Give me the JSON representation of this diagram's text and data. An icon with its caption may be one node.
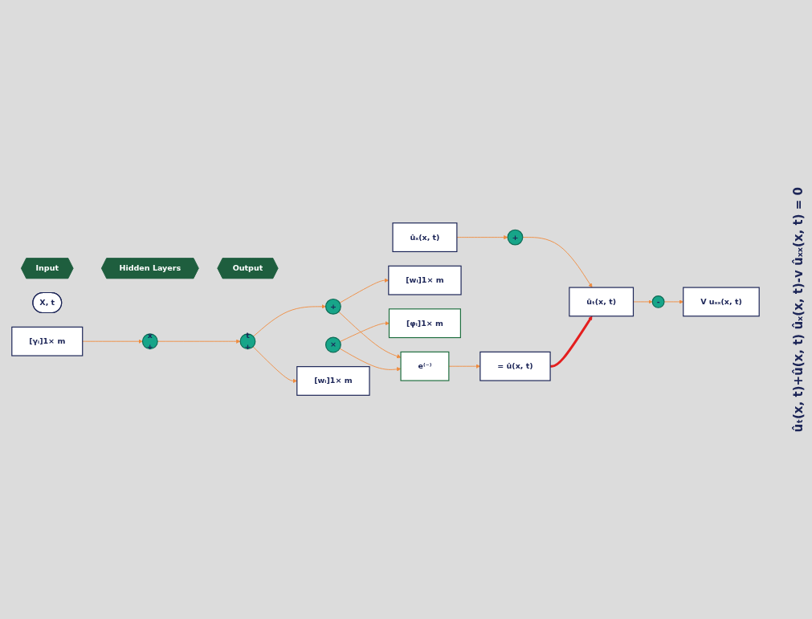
{
  "diagram": {
    "nodes": [
      {
        "text": [
          "Input"
        ]
      },
      {
        "text": [
          "Hidden Layers"
        ]
      },
      {
        "text": [
          "Output"
        ]
      },
      {
        "text": [
          "X, t"
        ]
      },
      {
        "text": [
          "x",
          "+"
        ]
      },
      {
        "text": [
          "t",
          "+"
        ]
      },
      {
        "text": [
          "+"
        ]
      },
      {
        "text": [
          "e⁽⁻⁾"
        ]
      },
      {
        "text": [
          "×"
        ]
      },
      {
        "text": [
          "[γᵢ]1× m"
        ]
      },
      {
        "text": [
          "[wᵢ]1× m"
        ]
      },
      {
        "text": [
          "[wᵢ]1× m"
        ]
      },
      {
        "text": [
          "[φᵢ]1× m"
        ]
      },
      {
        "text": [
          "= û(x, t)"
        ]
      },
      {
        "text": [
          "ûₓ(x, t)"
        ]
      },
      {
        "text": [
          "+"
        ]
      },
      {
        "text": [
          "ûₜ(x, t)"
        ]
      },
      {
        "text": [
          "-"
        ]
      },
      {
        "text": [
          "V uₓₓ(x, t)"
        ]
      }
    ],
    "edges": [
      {
        "from": 9,
        "to": 4,
        "arrow": "to"
      },
      {
        "from": 4,
        "to": 5,
        "arrow": "to"
      },
      {
        "from": 5,
        "to": 10,
        "arrow": "to"
      },
      {
        "from": 5,
        "to": 6,
        "arrow": "to"
      },
      {
        "from": 6,
        "to": 11,
        "arrow": "to"
      },
      {
        "from": 6,
        "to": 7,
        "arrow": "to"
      },
      {
        "from": 8,
        "to": 7,
        "arrow": "to"
      },
      {
        "from": 8,
        "to": 12,
        "arrow": "to"
      },
      {
        "from": 7,
        "to": 13,
        "arrow": "to"
      },
      {
        "from": 14,
        "to": 15,
        "arrow": "to"
      },
      {
        "from": 15,
        "to": 16,
        "arrow": "to"
      },
      {
        "from": 13,
        "to": 16,
        "arrow": "to",
        "style": "thick",
        "color": "#e41e1e"
      },
      {
        "from": 16,
        "to": 17,
        "arrow": "to"
      },
      {
        "from": 17,
        "to": 18,
        "arrow": "to"
      }
    ],
    "labels": [
      "ûₜ(x, t)+û(x, t) ûₓ(x, t)-v ûₓₓ(x, t) = 0"
    ]
  }
}
